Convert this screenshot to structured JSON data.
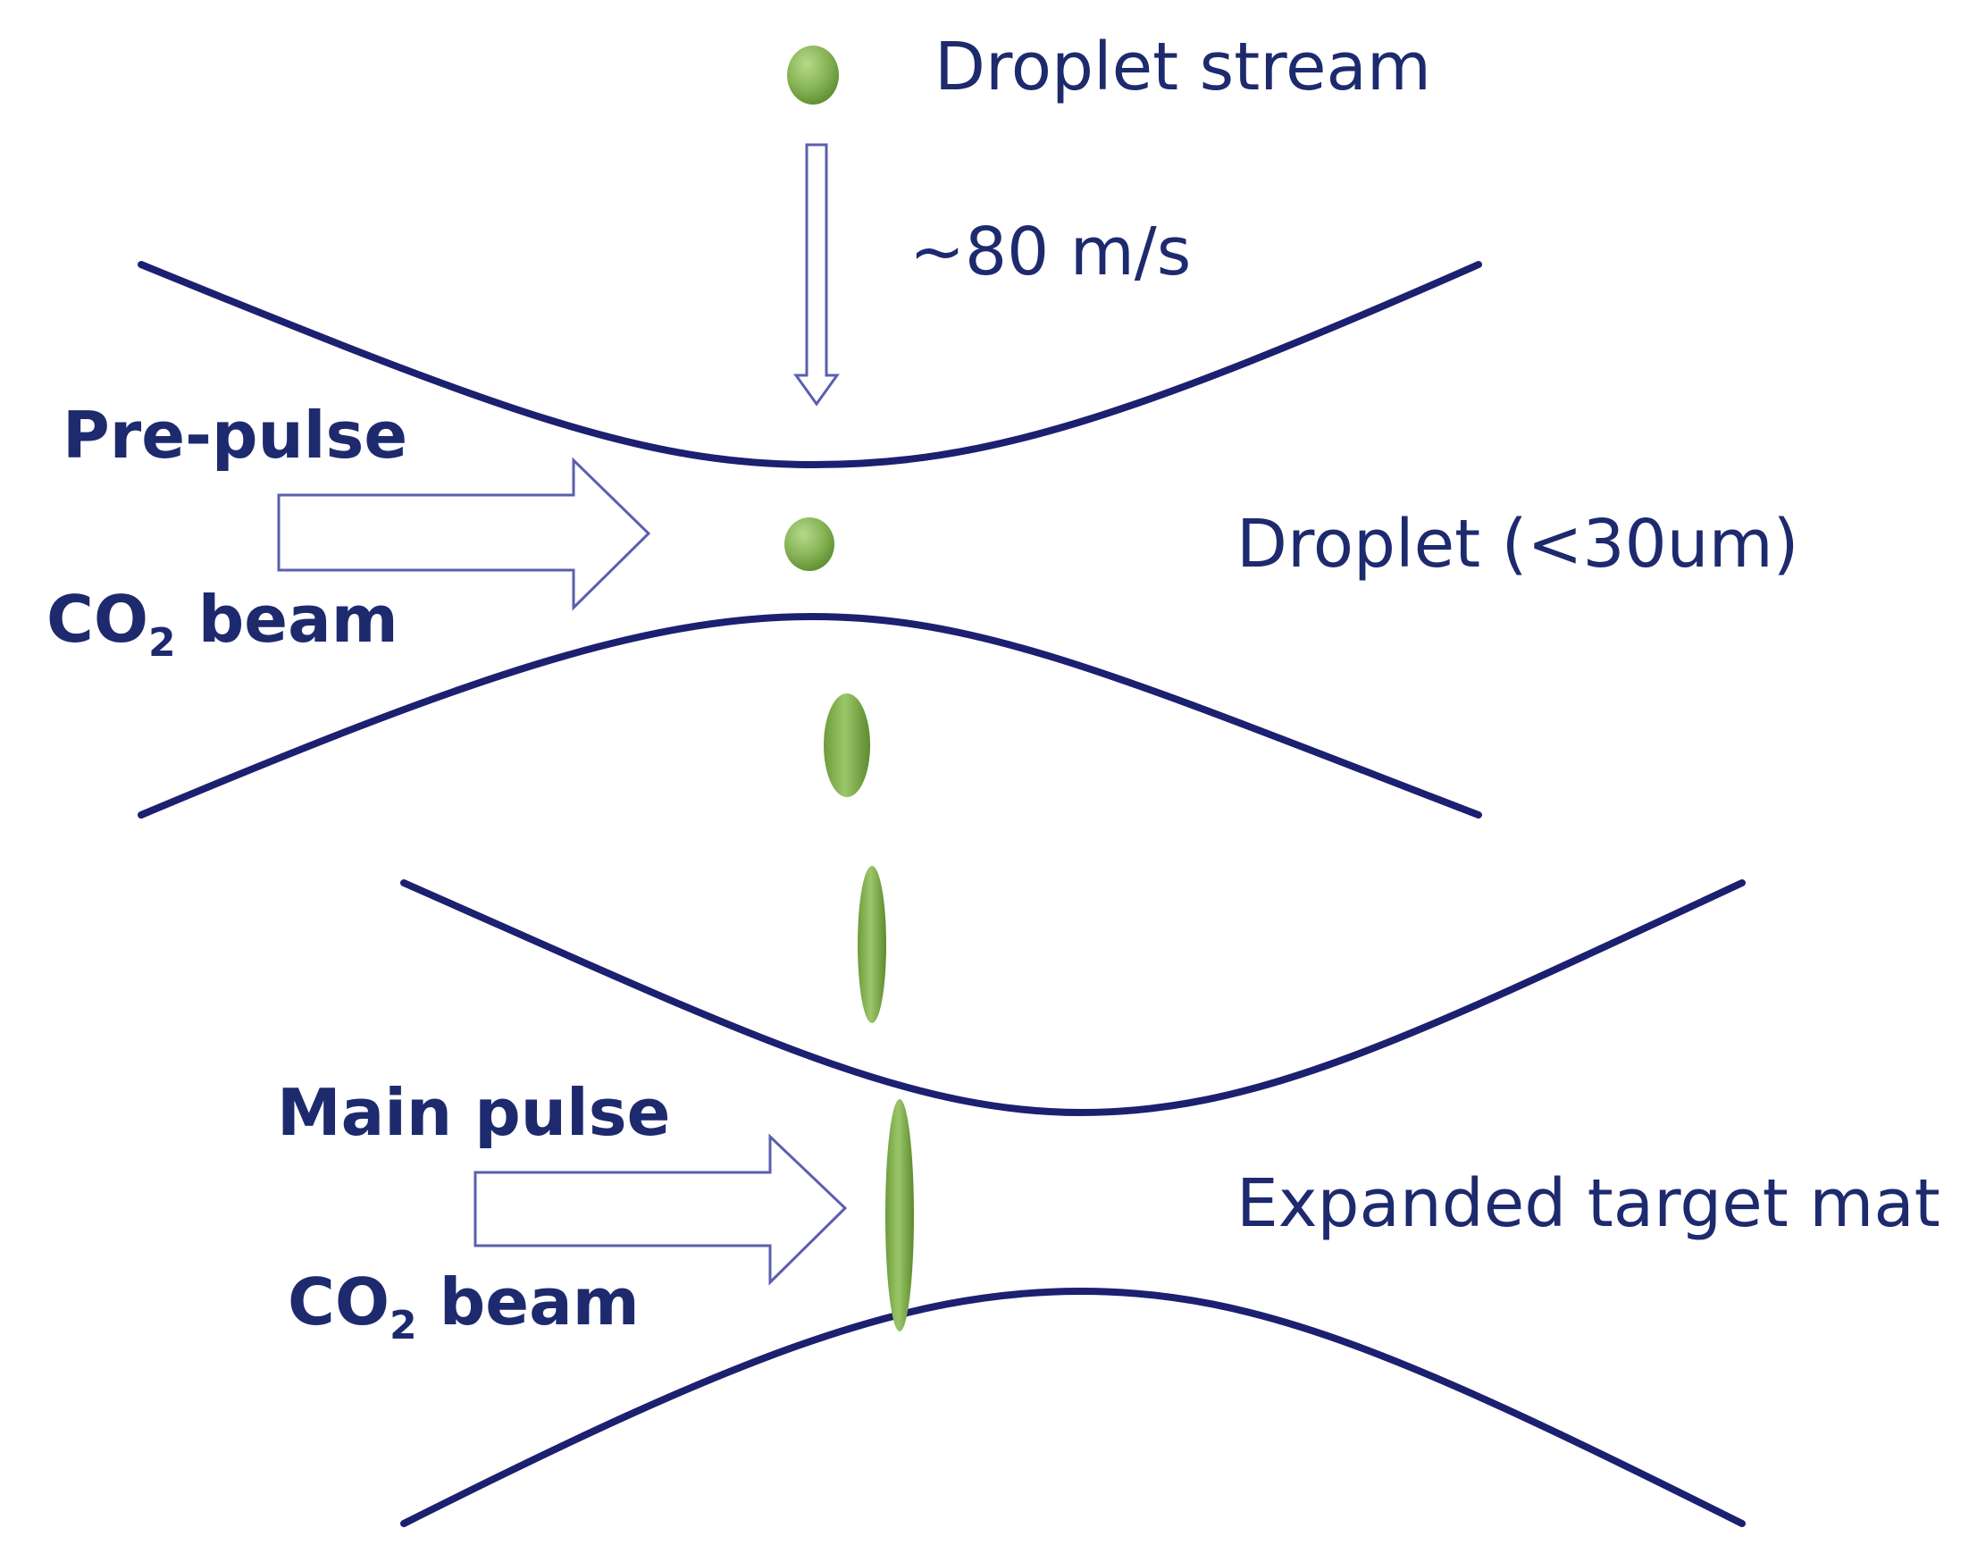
{
  "labels": {
    "droplet_stream": "Droplet stream",
    "velocity": "~80 m/s",
    "pre_pulse": "Pre-pulse",
    "co2_prefix": "CO",
    "co2_subscript": "2",
    "beam_suffix": " beam",
    "droplet_size": "Droplet (<30um)",
    "main_pulse": "Main pulse",
    "expanded_target": "Expanded target mat"
  },
  "colors": {
    "beam_line": "#1c2070",
    "text": "#1e2a6e",
    "arrow_outline": "#5a5fae",
    "droplet_light": "#a9cf78",
    "droplet_dark": "#5f8f2f"
  }
}
